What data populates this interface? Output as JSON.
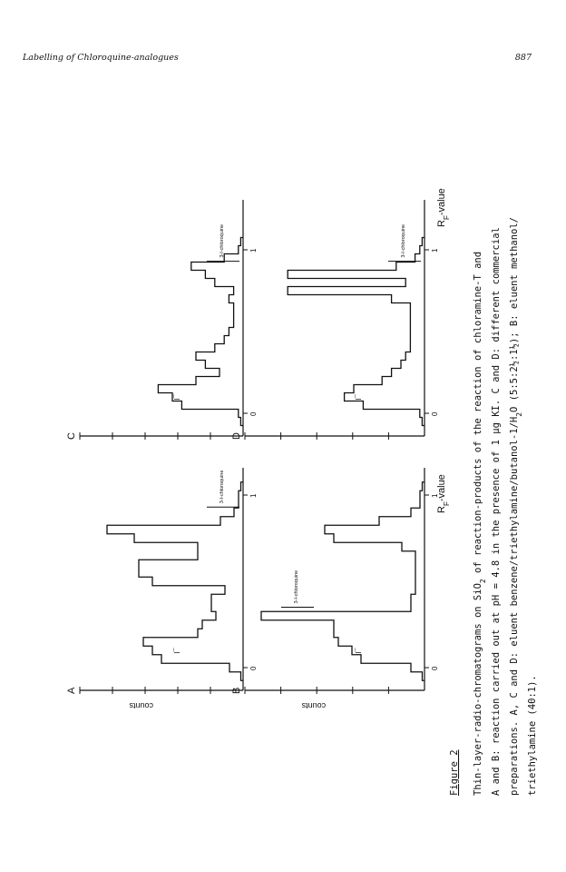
{
  "header": {
    "running_title": "Labelling of Chloroquine-analogues",
    "page_number": "887"
  },
  "figure": {
    "panels": [
      {
        "id": "A",
        "letter": "A",
        "ylabel": "counts",
        "tick0": "0",
        "tick1": "1",
        "peak_annotation": "I¯",
        "marker_label": "3-I-chloroquine"
      },
      {
        "id": "B",
        "letter": "B",
        "ylabel": "counts",
        "tick0": "0",
        "tick1": "1",
        "peak_annotation": "I¯",
        "marker_label": "3-I-chloroquine"
      },
      {
        "id": "C",
        "letter": "C",
        "tick0": "0",
        "tick1": "1",
        "peak_annotation": "I¯",
        "marker_label": "3-I-chloroquine"
      },
      {
        "id": "D",
        "letter": "D",
        "tick0": "0",
        "tick1": "1",
        "peak_annotation": "I¯",
        "marker_label": "3-I-chloroquine"
      }
    ],
    "xlabel_left": "R",
    "xlabel_left_sub": "F",
    "xlabel_left_rest": "-value",
    "xlabel_right": "R",
    "xlabel_right_sub": "F",
    "xlabel_right_rest": "-value"
  },
  "chart_data": [
    {
      "type": "bar",
      "panel": "A",
      "x_axis": "Rf",
      "x": [
        -0.05,
        0,
        0.05,
        0.1,
        0.15,
        0.2,
        0.25,
        0.3,
        0.35,
        0.4,
        0.45,
        0.5,
        0.55,
        0.6,
        0.65,
        0.7,
        0.75,
        0.8,
        0.85,
        0.9,
        0.95,
        1.0,
        1.05
      ],
      "values": [
        1,
        6,
        36,
        40,
        44,
        20,
        18,
        12,
        14,
        14,
        8,
        40,
        46,
        46,
        20,
        20,
        48,
        60,
        10,
        4,
        2,
        2,
        1
      ]
    },
    {
      "type": "bar",
      "panel": "B",
      "x_axis": "Rf",
      "x": [
        -0.05,
        0,
        0.05,
        0.1,
        0.15,
        0.2,
        0.25,
        0.3,
        0.35,
        0.4,
        0.45,
        0.5,
        0.55,
        0.6,
        0.65,
        0.7,
        0.75,
        0.8,
        0.85,
        0.9,
        0.95,
        1.0,
        1.05
      ],
      "values": [
        1,
        6,
        28,
        32,
        38,
        40,
        40,
        72,
        6,
        6,
        4,
        4,
        4,
        4,
        4,
        10,
        40,
        44,
        20,
        6,
        2,
        2,
        1
      ]
    },
    {
      "type": "bar",
      "panel": "C",
      "x_axis": "Rf",
      "x": [
        -0.05,
        0,
        0.05,
        0.1,
        0.15,
        0.2,
        0.25,
        0.3,
        0.35,
        0.4,
        0.45,
        0.5,
        0.55,
        0.6,
        0.65,
        0.7,
        0.75,
        0.8,
        0.85,
        0.9,
        0.95,
        1.0,
        1.05
      ],
      "values": [
        1,
        2,
        26,
        30,
        36,
        20,
        10,
        16,
        20,
        12,
        8,
        6,
        4,
        4,
        4,
        6,
        4,
        12,
        16,
        22,
        8,
        2,
        1
      ]
    },
    {
      "type": "bar",
      "panel": "D",
      "x_axis": "Rf",
      "x": [
        -0.05,
        0,
        0.05,
        0.1,
        0.15,
        0.2,
        0.25,
        0.3,
        0.35,
        0.4,
        0.45,
        0.5,
        0.55,
        0.6,
        0.65,
        0.7,
        0.75,
        0.8,
        0.85,
        0.9,
        0.95,
        1.0,
        1.05
      ],
      "values": [
        1,
        2,
        26,
        34,
        30,
        18,
        14,
        10,
        8,
        6,
        6,
        6,
        6,
        6,
        6,
        14,
        58,
        8,
        58,
        12,
        4,
        2,
        1
      ]
    }
  ],
  "caption": {
    "label": "Figure 2",
    "line1": "Thin-layer-radio-chromatograms on SiO",
    "line1_sub": "2",
    "line1_rest": " of reaction-products of the reaction of chloramine-T and",
    "line2": "A and B: reaction carried out at pH = 4.8 in the presence of 1 µg KI. C and D: different commercial",
    "line3": "preparations. A, C and D: eluent benzene/triethylamine/butanol-1/H",
    "line3_sub": "2",
    "line3_rest": "O (5:5:2½:1½); B: eluent methanol/",
    "line4": "triethylamine (40:1)."
  }
}
